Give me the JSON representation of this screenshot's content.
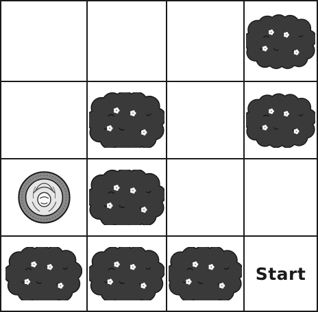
{
  "grid": {
    "rows": 4,
    "cols": 4,
    "line_color": "#1a1a1a",
    "cells": [
      [
        "empty",
        "empty",
        "empty",
        "bush"
      ],
      [
        "empty",
        "bush",
        "empty",
        "bush"
      ],
      [
        "coin",
        "bush",
        "empty",
        "empty"
      ],
      [
        "bush",
        "bush",
        "bush",
        "start"
      ]
    ]
  },
  "start_label": "Start",
  "icons": {
    "bush": "bush-icon",
    "coin": "coin-icon"
  },
  "colors": {
    "bush": "#3a3a3a",
    "bush_outline": "#1a1a1a",
    "flower": "#ffffff",
    "coin_rim": "#8a8a8a",
    "coin_face": "#e6e6e6"
  }
}
